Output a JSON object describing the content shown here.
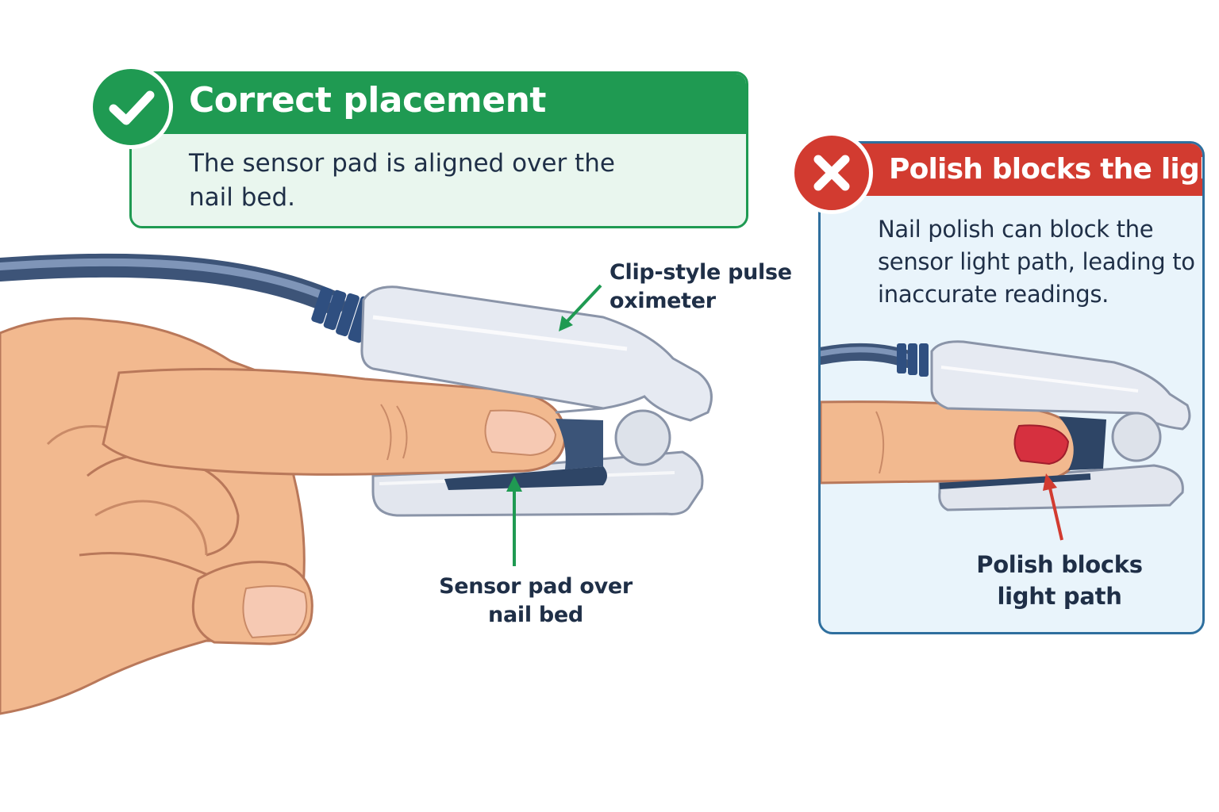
{
  "correct": {
    "title": "Correct placement",
    "description": "The sensor pad is aligned over the nail bed.",
    "color": "#1f9a52",
    "icon": "check-icon"
  },
  "incorrect": {
    "title": "Polish blocks the light",
    "description": "Nail polish can block the sensor light path, leading to inaccurate readings.",
    "color": "#d23b30",
    "icon": "x-icon"
  },
  "labels": {
    "clip": "Clip-style pulse oximeter",
    "pad": "Sensor pad over nail bed",
    "polish": "Polish blocks light path"
  },
  "colors": {
    "skin": "#f2b98f",
    "device": "#dfe4ee",
    "cable": "#5a7296",
    "polish": "#d6303f"
  }
}
